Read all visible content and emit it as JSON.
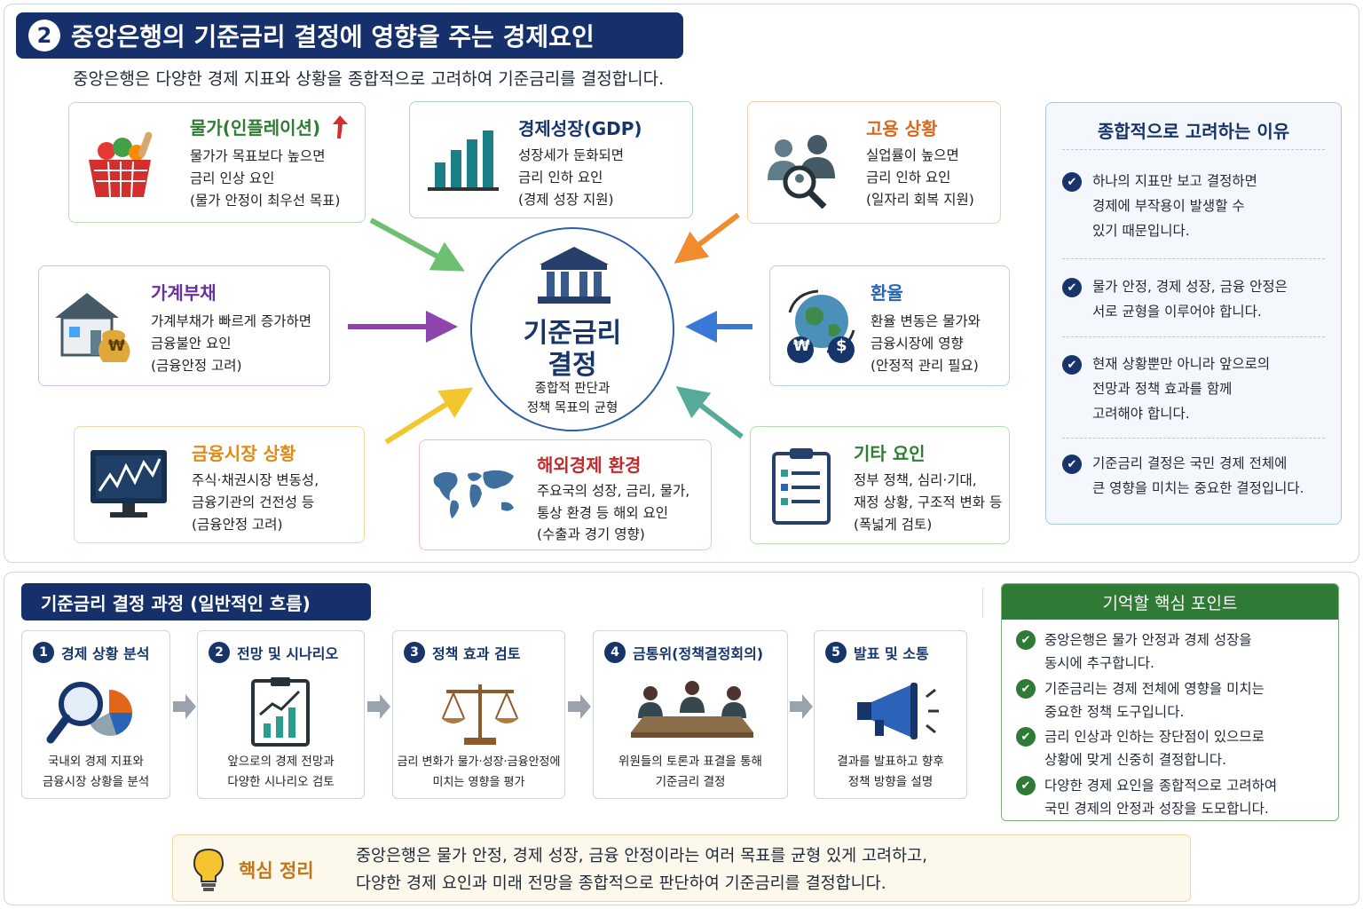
{
  "header": {
    "number": "2",
    "title": "중앙은행의 기준금리 결정에 영향을 주는 경제요인"
  },
  "intro": "중앙은행은 다양한 경제 지표와 상황을 종합적으로 고려하여 기준금리를 결정합니다.",
  "center": {
    "title1": "기준금리",
    "title2": "결정",
    "sub1": "종합적 판단과",
    "sub2": "정책 목표의 균형"
  },
  "factors": {
    "price": {
      "title": "물가(인플레이션)",
      "lines": [
        "물가가 목표보다 높으면",
        "금리 인상 요인",
        "(물가 안정이 최우선 목표)"
      ],
      "color": "#2e7d32"
    },
    "gdp": {
      "title": "경제성장(GDP)",
      "lines": [
        "성장세가 둔화되면",
        "금리 인하 요인",
        "(경제 성장 지원)"
      ],
      "color": "#17356b"
    },
    "employment": {
      "title": "고용 상황",
      "lines": [
        "실업률이 높으면",
        "금리 인하 요인",
        "(일자리 회복 지원)"
      ],
      "color": "#e0661a"
    },
    "household": {
      "title": "가계부채",
      "lines": [
        "가계부채가 빠르게 증가하면",
        "금융불안 요인",
        "(금융안정 고려)"
      ],
      "color": "#6b2e9e"
    },
    "exchange": {
      "title": "환율",
      "lines": [
        "환율 변동은 물가와",
        "금융시장에 영향",
        "(안정적 관리 필요)"
      ],
      "color": "#2a63b8"
    },
    "market": {
      "title": "금융시장 상황",
      "lines": [
        "주식·채권시장 변동성,",
        "금융기관의 건전성 등",
        "(금융안정 고려)"
      ],
      "color": "#e08a17"
    },
    "overseas": {
      "title": "해외경제 환경",
      "lines": [
        "주요국의 성장, 금리, 물가,",
        "통상 환경 등 해외 요인",
        "(수출과 경기 영향)"
      ],
      "color": "#c42a2a"
    },
    "other": {
      "title": "기타 요인",
      "lines": [
        "정부 정책, 심리·기대,",
        "재정 상황, 구조적 변화 등",
        "(폭넓게 검토)"
      ],
      "color": "#2e7d32"
    }
  },
  "icons": {
    "won": "₩",
    "dollar": "$"
  },
  "reasons": {
    "title": "종합적으로 고려하는 이유",
    "items": [
      [
        "하나의 지표만 보고 결정하면",
        "경제에 부작용이 발생할 수",
        "있기 때문입니다."
      ],
      [
        "물가 안정, 경제 성장, 금융 안정은",
        "서로 균형을 이루어야 합니다."
      ],
      [
        "현재 상황뿐만 아니라 앞으로의",
        "전망과 정책 효과를 함께",
        "고려해야 합니다."
      ],
      [
        "기준금리 결정은 국민 경제 전체에",
        "큰 영향을 미치는 중요한 결정입니다."
      ]
    ]
  },
  "process": {
    "title": "기준금리 결정 과정 (일반적인 흐름)",
    "steps": [
      {
        "n": "1",
        "title": "경제 상황 분석",
        "desc": [
          "국내외 경제 지표와",
          "금융시장 상황을 분석"
        ]
      },
      {
        "n": "2",
        "title": "전망 및 시나리오",
        "desc": [
          "앞으로의 경제 전망과",
          "다양한 시나리오 검토"
        ]
      },
      {
        "n": "3",
        "title": "정책 효과 검토",
        "desc": [
          "금리 변화가 물가·성장·금융안정에",
          "미치는 영향을 평가"
        ]
      },
      {
        "n": "4",
        "title": "금통위(정책결정회의)",
        "desc": [
          "위원들의 토론과 표결을 통해",
          "기준금리 결정"
        ]
      },
      {
        "n": "5",
        "title": "발표 및 소통",
        "desc": [
          "결과를 발표하고 향후",
          "정책 방향을 설명"
        ]
      }
    ]
  },
  "keypoints": {
    "title": "기억할 핵심 포인트",
    "items": [
      [
        "중앙은행은 물가 안정과 경제 성장을",
        "동시에 추구합니다."
      ],
      [
        "기준금리는 경제 전체에 영향을 미치는",
        "중요한 정책 도구입니다."
      ],
      [
        "금리 인상과 인하는 장단점이 있으므로",
        "상황에 맞게 신중히 결정합니다."
      ],
      [
        "다양한 경제 요인을 종합적으로 고려하여",
        "국민 경제의 안정과 성장을 도모합니다."
      ]
    ]
  },
  "summary": {
    "label": "핵심 정리",
    "line1": "중앙은행은 물가 안정, 경제 성장, 금융 안정이라는 여러 목표를 균형 있게 고려하고,",
    "line2": "다양한 경제 요인과 미래 전망을 종합적으로 판단하여 기준금리를 결정합니다."
  }
}
